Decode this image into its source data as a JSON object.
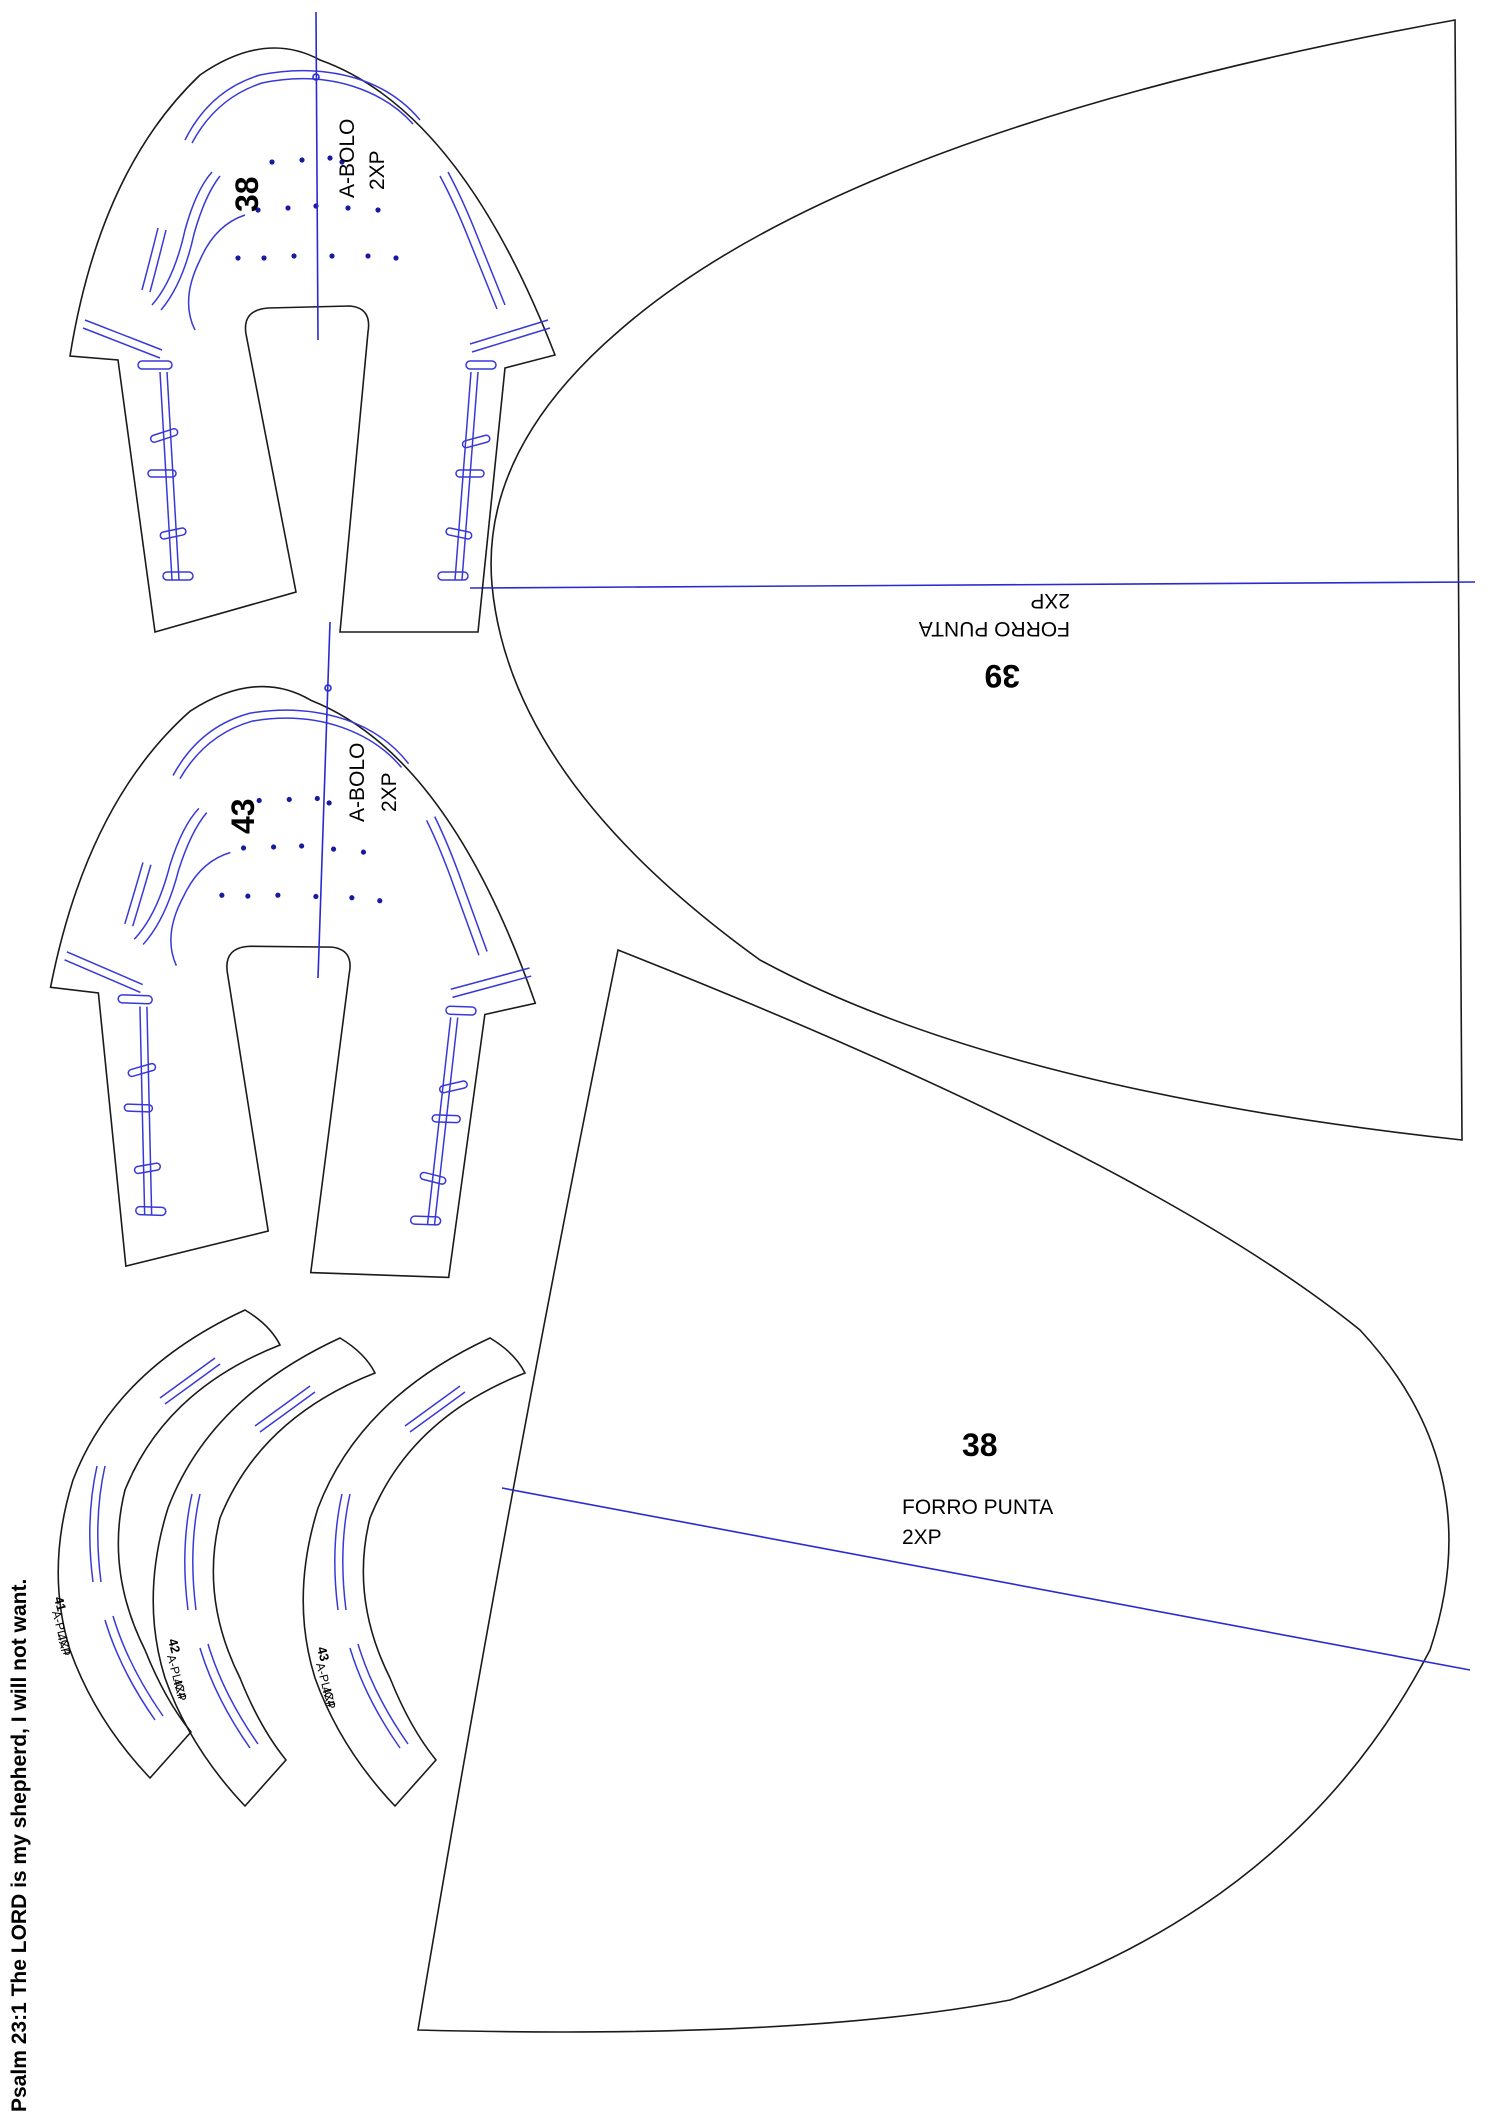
{
  "sheet": {
    "colors": {
      "outline": "#1a1a1a",
      "guide": "#2a2ad0",
      "text": "#000000"
    },
    "verse": "Psalm 23:1 The LORD is my shepherd, I will not want."
  },
  "pieces": {
    "vamp_top": {
      "size": "38",
      "name": "A-BOLO",
      "qty": "2XP"
    },
    "vamp_mid": {
      "size": "43",
      "name": "A-BOLO",
      "qty": "2XP"
    },
    "lining_top": {
      "size": "39",
      "name": "FORRO PUNTA",
      "qty": "2XP"
    },
    "lining_bottom": {
      "size": "38",
      "name": "FORRO PUNTA",
      "qty": "2XP"
    },
    "appliques": [
      {
        "size": "41",
        "name": "A-PLIC4",
        "qty": "4XP"
      },
      {
        "size": "42",
        "name": "A-PLIC4",
        "qty": "4XP"
      },
      {
        "size": "43",
        "name": "A-PLIC4",
        "qty": "4XP"
      }
    ]
  }
}
